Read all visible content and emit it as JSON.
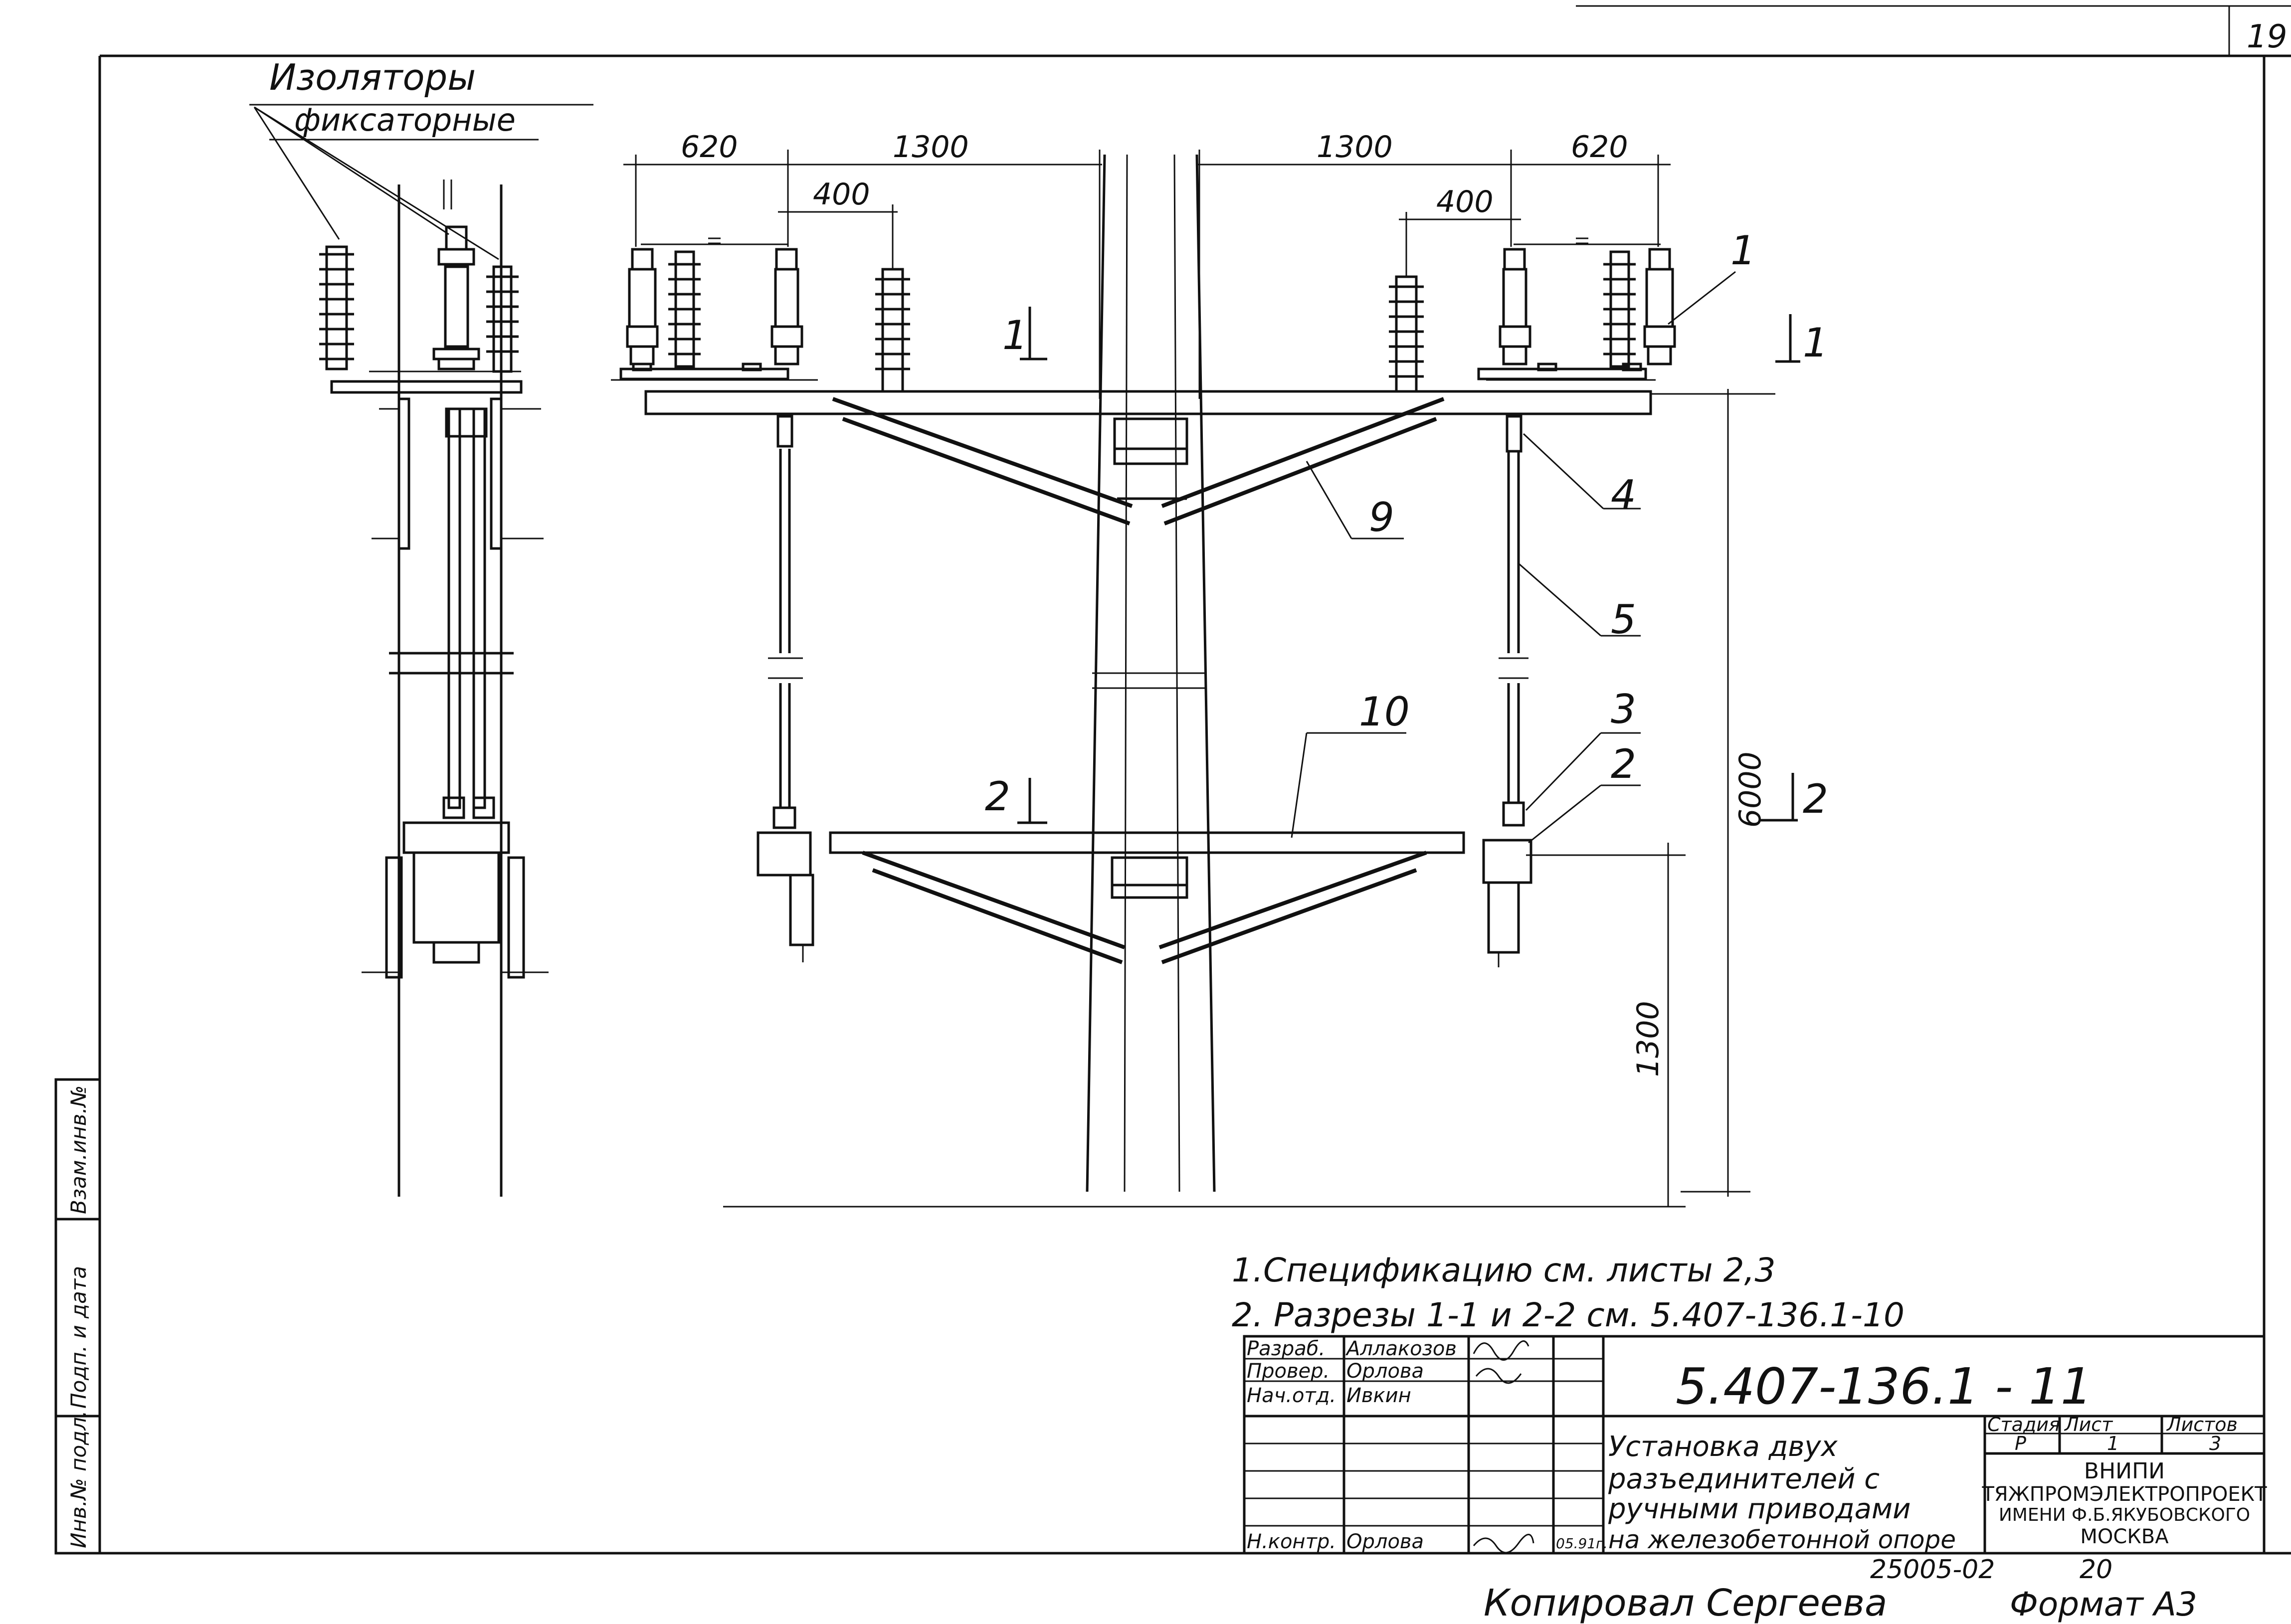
{
  "sheet_corner_number": "19",
  "labels": {
    "insulators_line1": "Изоляторы",
    "insulators_line2": "фиксаторные",
    "dim_620_left": "620",
    "dim_1300_left": "1300",
    "dim_400_left": "400",
    "dim_1300_right": "1300",
    "dim_620_right": "620",
    "dim_400_right": "400",
    "dim_6000": "6000",
    "dim_1300_bottom": "1300",
    "section_1_left": "1",
    "section_1_right": "1",
    "section_2_left": "2",
    "section_2_right": "2",
    "callout_1": "1",
    "callout_2": "2",
    "callout_3": "3",
    "callout_4": "4",
    "callout_5": "5",
    "callout_9": "9",
    "callout_10": "10"
  },
  "notes": [
    "1.Спецификацию   см. листы 2,3",
    "2. Разрезы 1-1 и 2-2 см. 5.407-136.1-10"
  ],
  "title_block": {
    "doc_number": "5.407-136.1 - 11",
    "title_lines": [
      "Установка двух",
      "разъединителей  с",
      "ручными приводами",
      "на железобетонной опоре"
    ],
    "rows": [
      {
        "role": "Разраб.",
        "name": "Аллакозов"
      },
      {
        "role": "Провер.",
        "name": "Орлова"
      },
      {
        "role": "Нач.отд.",
        "name": "Ивкин"
      },
      {
        "role": "Н.контр.",
        "name": "Орлова"
      }
    ],
    "date": "05.91г.",
    "stage_header": "Стадия",
    "sheet_header": "Лист",
    "sheets_header": "Листов",
    "stage_value": "Р",
    "sheet_value": "1",
    "sheets_value": "3",
    "org_lines": [
      "ВНИПИ",
      "ТЯЖПРОМЭЛЕКТРОПРОЕКТ",
      "ИМЕНИ Ф.Б.ЯКУБОВСКОГО",
      "МОСКВА"
    ]
  },
  "side_stamp": [
    "Инв.№ подл.",
    "Подп. и дата",
    "Взам.инв.№"
  ],
  "bottom_texts": {
    "copied_by": "Копировал Сергеева",
    "order_number": "25005-02",
    "order_suffix": "20",
    "format": "Формат А3"
  }
}
